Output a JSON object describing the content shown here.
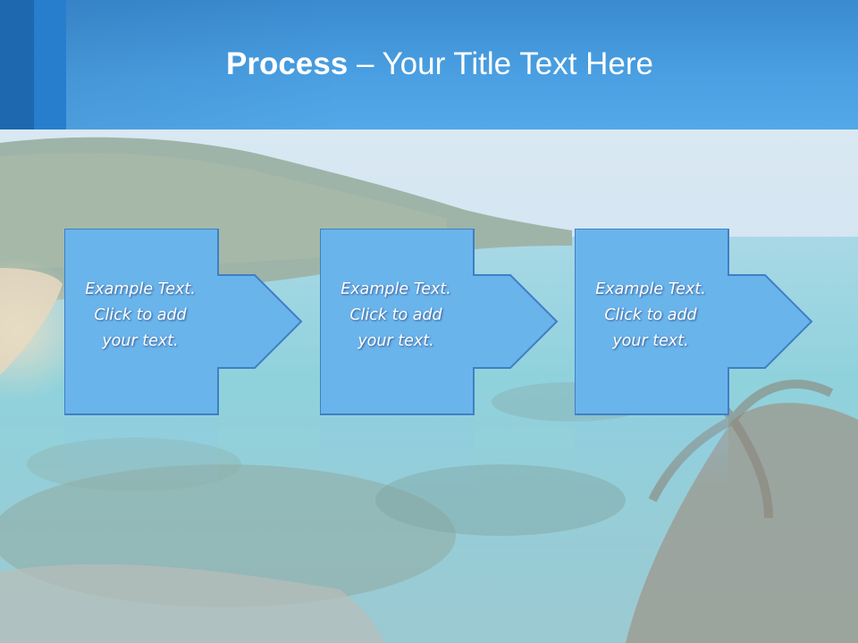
{
  "slide": {
    "title_bold": "Process",
    "title_rest": " – Your Title Text Here",
    "steps": [
      {
        "line1": "Example Text.",
        "line2": "Click  to add",
        "line3": "your text."
      },
      {
        "line1": "Example Text.",
        "line2": "Click  to add",
        "line3": "your text."
      },
      {
        "line1": "Example Text.",
        "line2": "Click  to add",
        "line3": "your text."
      }
    ]
  },
  "colors": {
    "header": "#4aa0e2",
    "header_dark_stripe": "#1f6fb8",
    "header_mid_stripe": "#2a86d8",
    "step_fill": "#6ab4ec",
    "step_stroke": "#3f7fc4",
    "text": "#ffffff"
  }
}
